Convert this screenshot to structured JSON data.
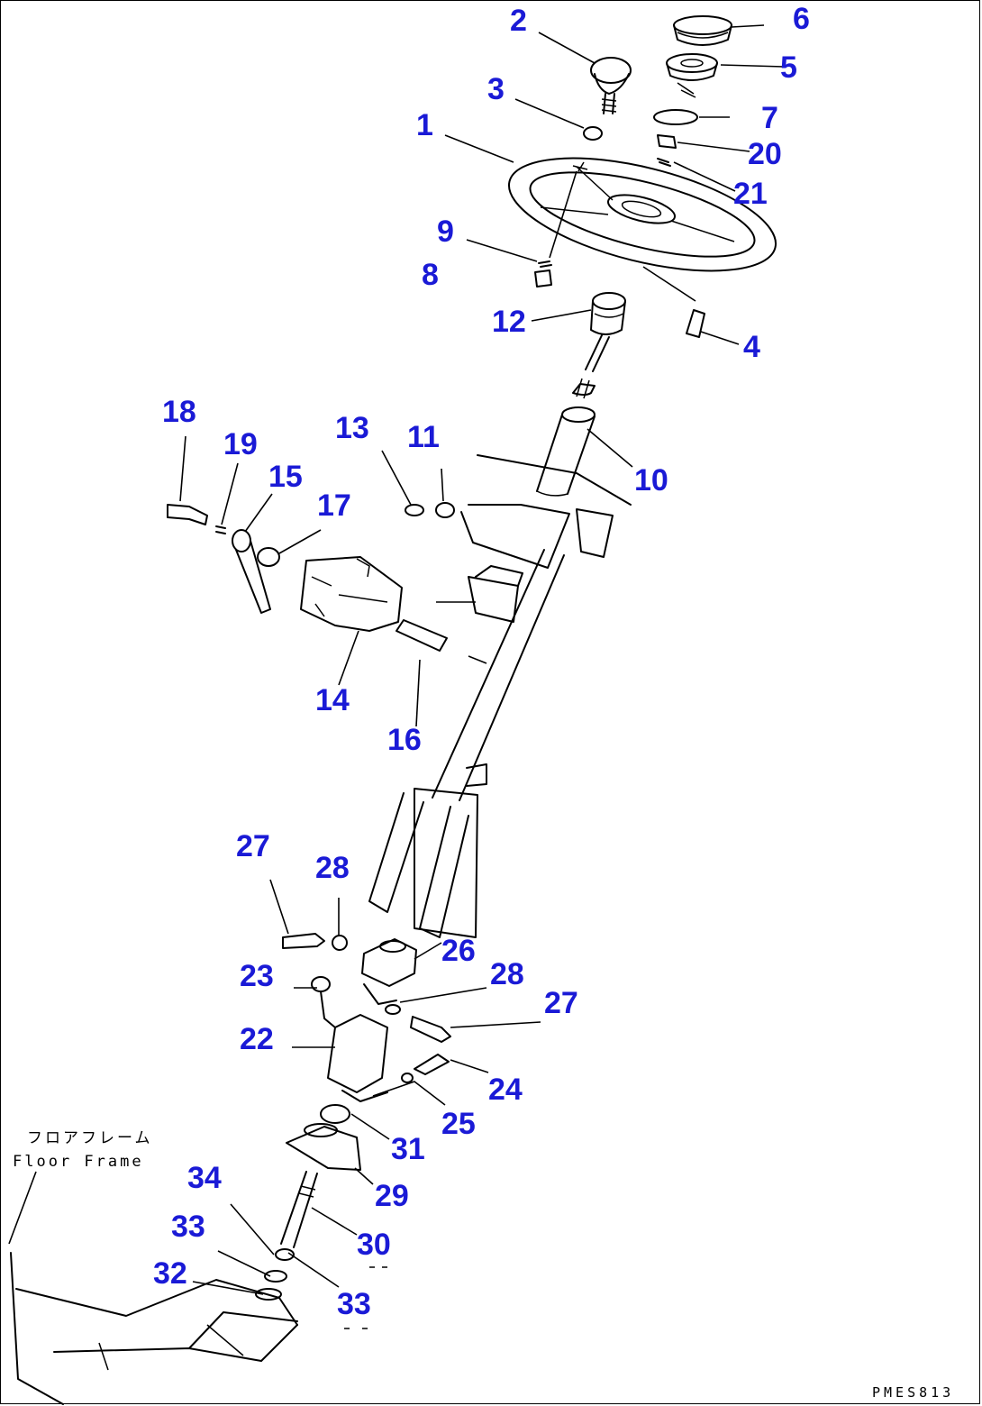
{
  "callouts": [
    {
      "id": "1",
      "label": "1"
    },
    {
      "id": "2",
      "label": "2"
    },
    {
      "id": "3",
      "label": "3"
    },
    {
      "id": "4",
      "label": "4"
    },
    {
      "id": "5",
      "label": "5"
    },
    {
      "id": "6",
      "label": "6"
    },
    {
      "id": "7",
      "label": "7"
    },
    {
      "id": "8",
      "label": "8"
    },
    {
      "id": "9",
      "label": "9"
    },
    {
      "id": "10",
      "label": "10"
    },
    {
      "id": "11",
      "label": "11"
    },
    {
      "id": "12",
      "label": "12"
    },
    {
      "id": "13",
      "label": "13"
    },
    {
      "id": "14",
      "label": "14"
    },
    {
      "id": "15",
      "label": "15"
    },
    {
      "id": "16",
      "label": "16"
    },
    {
      "id": "17",
      "label": "17"
    },
    {
      "id": "18",
      "label": "18"
    },
    {
      "id": "19",
      "label": "19"
    },
    {
      "id": "20",
      "label": "20"
    },
    {
      "id": "21",
      "label": "21"
    },
    {
      "id": "22",
      "label": "22"
    },
    {
      "id": "23",
      "label": "23"
    },
    {
      "id": "24",
      "label": "24"
    },
    {
      "id": "25",
      "label": "25"
    },
    {
      "id": "26",
      "label": "26"
    },
    {
      "id": "27a",
      "label": "27"
    },
    {
      "id": "27b",
      "label": "27"
    },
    {
      "id": "28a",
      "label": "28"
    },
    {
      "id": "28b",
      "label": "28"
    },
    {
      "id": "29",
      "label": "29"
    },
    {
      "id": "30",
      "label": "30"
    },
    {
      "id": "31",
      "label": "31"
    },
    {
      "id": "32",
      "label": "32"
    },
    {
      "id": "33a",
      "label": "33"
    },
    {
      "id": "33b",
      "label": "33"
    },
    {
      "id": "34",
      "label": "34"
    }
  ],
  "floor_frame": {
    "label_jp": "フロアフレーム",
    "label_en": "Floor Frame"
  },
  "drawing_code": "PMES813",
  "colors": {
    "callout": "#1a1ad6",
    "line": "#000000",
    "background": "#ffffff"
  }
}
